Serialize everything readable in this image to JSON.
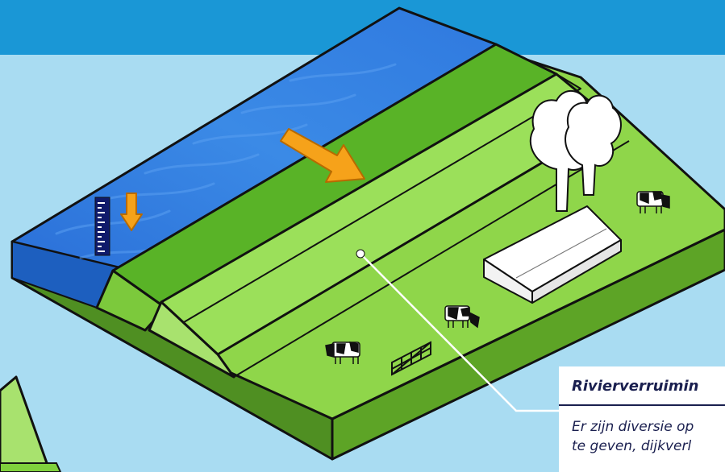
{
  "caption": {
    "title": "Rivierverruimin",
    "body_line_1": "Er zijn diversie op",
    "body_line_2": "te geven, dijkverl"
  },
  "colors": {
    "sky": "#a9dcf2",
    "header_band": "#1a97d6",
    "water": "#2f7fe0",
    "grass_light": "#8fd64a",
    "grass_mid": "#6fc132",
    "grass_dark": "#59a520",
    "soil_side": "#4f8f22",
    "arrow": "#f6a21a",
    "outline": "#111111",
    "caption_text": "#1a1f4f"
  },
  "icons": [
    "water-gauge-icon",
    "water-down-arrow-icon",
    "flow-arrow-icon",
    "tree-icon",
    "farm-barn-icon",
    "cow-icon",
    "gate-icon",
    "callout-dot-icon"
  ]
}
